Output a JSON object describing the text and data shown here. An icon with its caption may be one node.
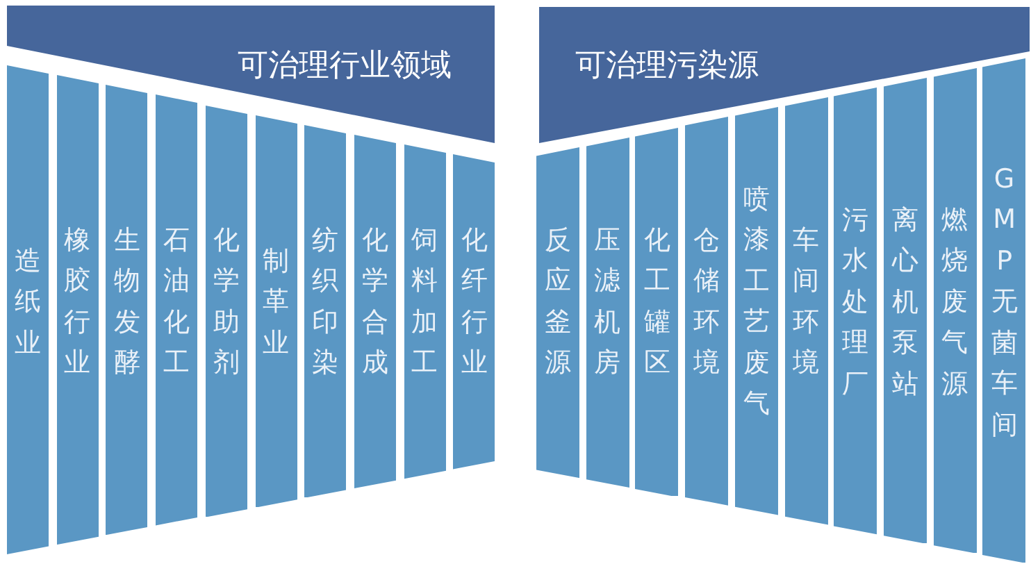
{
  "diagram": {
    "nodes": [
      {
        "text": [
          "可治理行业领域"
        ]
      },
      {
        "text": [
          "造纸业"
        ]
      },
      {
        "text": [
          "橡胶行业"
        ]
      },
      {
        "text": [
          "生物发酵"
        ]
      },
      {
        "text": [
          "石油化工"
        ]
      },
      {
        "text": [
          "化学助剂"
        ]
      },
      {
        "text": [
          "制革业"
        ]
      },
      {
        "text": [
          "纺织印染"
        ]
      },
      {
        "text": [
          "化学合成"
        ]
      },
      {
        "text": [
          "饲料加工"
        ]
      },
      {
        "text": [
          "化纤行业"
        ]
      },
      {
        "text": [
          "可治理污染源"
        ]
      },
      {
        "text": [
          "反应釜源"
        ]
      },
      {
        "text": [
          "压滤机房"
        ]
      },
      {
        "text": [
          "化工罐区"
        ]
      },
      {
        "text": [
          "仓储环境"
        ]
      },
      {
        "text": [
          "喷漆工艺废气"
        ]
      },
      {
        "text": [
          "车间环境"
        ]
      },
      {
        "text": [
          "污水处理厂"
        ]
      },
      {
        "text": [
          "离心机泵站"
        ]
      },
      {
        "text": [
          "燃烧废气源"
        ]
      },
      {
        "text": [
          "GMP无菌车间"
        ]
      }
    ]
  }
}
